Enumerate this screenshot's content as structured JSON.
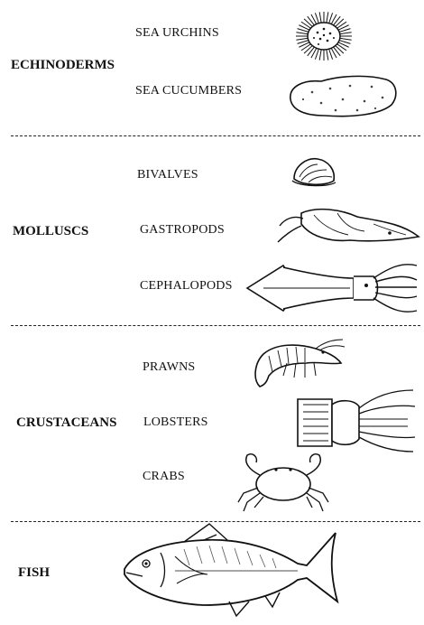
{
  "groups": [
    {
      "name": "ECHINODERMS",
      "members": [
        "SEA URCHINS",
        "SEA CUCUMBERS"
      ]
    },
    {
      "name": "MOLLUSCS",
      "members": [
        "BIVALVES",
        "GASTROPODS",
        "CEPHALOPODS"
      ]
    },
    {
      "name": "CRUSTACEANS",
      "members": [
        "PRAWNS",
        "LOBSTERS",
        "CRABS"
      ]
    },
    {
      "name": "FISH",
      "members": []
    }
  ],
  "icons": [
    "sea-urchin-icon",
    "sea-cucumber-icon",
    "bivalve-icon",
    "gastropod-icon",
    "cephalopod-icon",
    "prawn-icon",
    "lobster-icon",
    "crab-icon",
    "fish-icon"
  ]
}
